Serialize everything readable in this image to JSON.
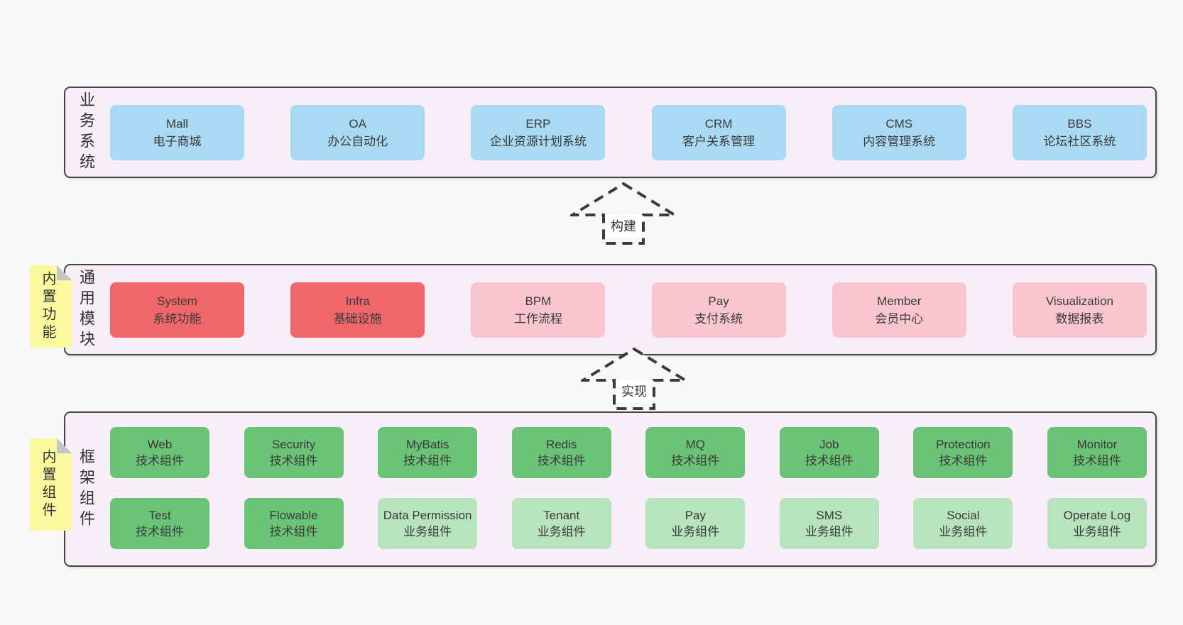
{
  "diagram": {
    "bands": [
      {
        "label": "业务系统",
        "boxes": [
          {
            "name": "Mall",
            "desc": "电子商城",
            "variant": "blue"
          },
          {
            "name": "OA",
            "desc": "办公自动化",
            "variant": "blue"
          },
          {
            "name": "ERP",
            "desc": "企业资源计划系统",
            "variant": "blue"
          },
          {
            "name": "CRM",
            "desc": "客户关系管理",
            "variant": "blue"
          },
          {
            "name": "CMS",
            "desc": "内容管理系统",
            "variant": "blue"
          },
          {
            "name": "BBS",
            "desc": "论坛社区系统",
            "variant": "blue"
          }
        ]
      },
      {
        "label": "通用模块",
        "sticky": "内置功能",
        "boxes": [
          {
            "name": "System",
            "desc": "系统功能",
            "variant": "red"
          },
          {
            "name": "Infra",
            "desc": "基础设施",
            "variant": "red"
          },
          {
            "name": "BPM",
            "desc": "工作流程",
            "variant": "pink"
          },
          {
            "name": "Pay",
            "desc": "支付系统",
            "variant": "pink"
          },
          {
            "name": "Member",
            "desc": "会员中心",
            "variant": "pink"
          },
          {
            "name": "Visualization",
            "desc": "数据报表",
            "variant": "pink"
          }
        ]
      },
      {
        "label": "框架组件",
        "sticky": "内置组件",
        "rows": [
          [
            {
              "name": "Web",
              "desc": "技术组件",
              "variant": "green"
            },
            {
              "name": "Security",
              "desc": "技术组件",
              "variant": "green"
            },
            {
              "name": "MyBatis",
              "desc": "技术组件",
              "variant": "green"
            },
            {
              "name": "Redis",
              "desc": "技术组件",
              "variant": "green"
            },
            {
              "name": "MQ",
              "desc": "技术组件",
              "variant": "green"
            },
            {
              "name": "Job",
              "desc": "技术组件",
              "variant": "green"
            },
            {
              "name": "Protection",
              "desc": "技术组件",
              "variant": "green"
            },
            {
              "name": "Monitor",
              "desc": "技术组件",
              "variant": "green"
            }
          ],
          [
            {
              "name": "Test",
              "desc": "技术组件",
              "variant": "green"
            },
            {
              "name": "Flowable",
              "desc": "技术组件",
              "variant": "green"
            },
            {
              "name": "Data Permission",
              "desc": "业务组件",
              "variant": "green-light"
            },
            {
              "name": "Tenant",
              "desc": "业务组件",
              "variant": "green-light"
            },
            {
              "name": "Pay",
              "desc": "业务组件",
              "variant": "green-light"
            },
            {
              "name": "SMS",
              "desc": "业务组件",
              "variant": "green-light"
            },
            {
              "name": "Social",
              "desc": "业务组件",
              "variant": "green-light"
            },
            {
              "name": "Operate Log",
              "desc": "业务组件",
              "variant": "green-light"
            }
          ]
        ]
      }
    ],
    "arrows": [
      {
        "label": "构建"
      },
      {
        "label": "实现"
      }
    ],
    "colors": {
      "page_bg": "#f8f8f8",
      "band_bg": "#f8eef7",
      "band_border": "#454545",
      "blue": "#aadaf3",
      "red": "#ef676b",
      "pink": "#f9c6cf",
      "green": "#6ac377",
      "green_light": "#b7e3bd",
      "sticky_yellow": "#fbf99f",
      "fold_grey": "#c5c5c5",
      "text": "#333333"
    }
  }
}
